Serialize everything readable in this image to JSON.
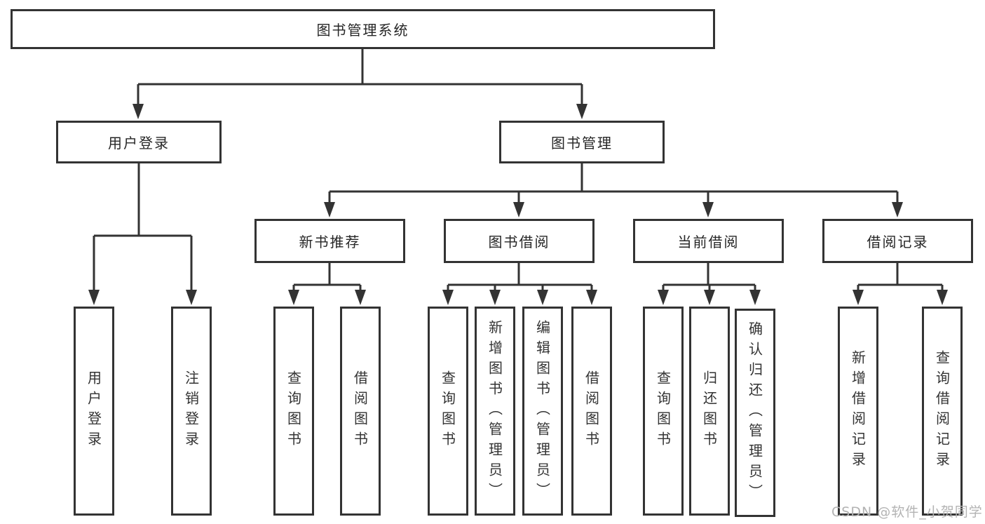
{
  "tree": {
    "label": "图书管理系统",
    "children": [
      {
        "label": "用户登录",
        "children": [
          {
            "label": "用户登录"
          },
          {
            "label": "注销登录"
          }
        ]
      },
      {
        "label": "图书管理",
        "children": [
          {
            "label": "新书推荐",
            "children": [
              {
                "label": "查询图书"
              },
              {
                "label": "借阅图书"
              }
            ]
          },
          {
            "label": "图书借阅",
            "children": [
              {
                "label": "查询图书"
              },
              {
                "label": "新增图书（管理员）"
              },
              {
                "label": "编辑图书（管理员）"
              },
              {
                "label": "借阅图书"
              }
            ]
          },
          {
            "label": "当前借阅",
            "children": [
              {
                "label": "查询图书"
              },
              {
                "label": "归还图书"
              },
              {
                "label": "确认归还（管理员）"
              }
            ]
          },
          {
            "label": "借阅记录",
            "children": [
              {
                "label": "新增借阅记录"
              },
              {
                "label": "查询借阅记录"
              }
            ]
          }
        ]
      }
    ]
  },
  "watermark": {
    "text": "CSDN @软件_小贺同学"
  },
  "colors": {
    "line": "#333333",
    "node_border": "#333333",
    "text": "#333333",
    "watermark": "#b3b3b3",
    "background": "#ffffff"
  }
}
